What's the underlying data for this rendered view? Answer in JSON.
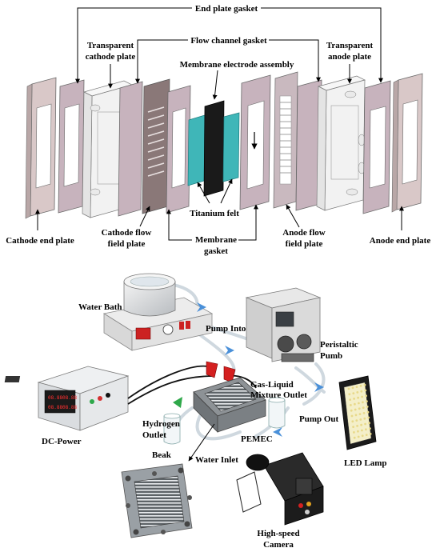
{
  "exploded_view": {
    "labels": {
      "end_plate_gasket": "End plate gasket",
      "flow_channel_gasket": "Flow channel gasket",
      "transparent_cathode_plate": "Transparent cathode plate",
      "transparent_cathode_plate_l1": "Transparent",
      "transparent_cathode_plate_l2": "cathode plate",
      "membrane_electrode_assembly": "Membrane electrode assembly",
      "transparent_anode_plate_l1": "Transparent",
      "transparent_anode_plate_l2": "anode plate",
      "titanium_felt": "Titanium felt",
      "cathode_end_plate": "Cathode end plate",
      "cathode_flow_field_plate_l1": "Cathode flow",
      "cathode_flow_field_plate_l2": "field plate",
      "membrane_gasket_l1": "Membrane",
      "membrane_gasket_l2": "gasket",
      "anode_flow_field_plate_l1": "Anode flow",
      "anode_flow_field_plate_l2": "field plate",
      "anode_end_plate": "Anode end plate"
    },
    "colors": {
      "end_plate": "#d9c8c8",
      "gasket": "#c7b3bd",
      "transparent_plate": "#f2f2f2",
      "flow_field": "#8a7878",
      "titanium_felt": "#3fb6b8",
      "membrane": "#1a1a1a"
    }
  },
  "setup": {
    "labels": {
      "water_bath": "Water Bath",
      "pump_into": "Pump Into",
      "peristaltic_l1": "Peristaltic",
      "peristaltic_l2": "Pumb",
      "gas_liquid_l1": "Gas-Liquid",
      "gas_liquid_l2": "Mixture Outlet",
      "dc_power": "DC-Power",
      "hydrogen_outlet_l1": "Hydrogen",
      "hydrogen_outlet_l2": "Outlet",
      "pemec": "PEMEC",
      "pump_out": "Pump Out",
      "beak": "Beak",
      "water_inlet": "Water Inlet",
      "led_lamp": "LED Lamp",
      "high_speed_l1": "High-speed",
      "high_speed_l2": "Camera"
    },
    "power_display": {
      "v1": "08.88",
      "a1": "08.88",
      "v2": "08.88",
      "a2": "08.88"
    },
    "colors": {
      "arrow": "#4a90d9",
      "green_arrow": "#2fa84a",
      "cable_red": "#d42020",
      "cable_black": "#111111",
      "tube": "#dfe6ec"
    }
  }
}
